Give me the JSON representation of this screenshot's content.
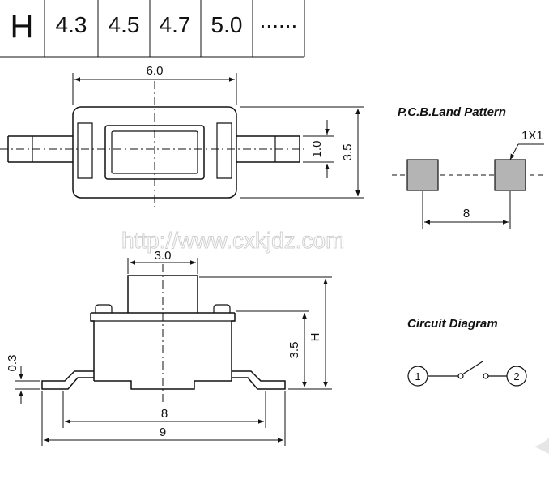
{
  "header": {
    "label": "H",
    "values": [
      "4.3",
      "4.5",
      "4.7",
      "5.0",
      "......"
    ]
  },
  "top_view": {
    "width_dim": "6.0",
    "height_dim": "3.5",
    "lead_dim": "1.0"
  },
  "pcb": {
    "title": "P.C.B.Land Pattern",
    "pad_label": "1X1",
    "spacing_dim": "8"
  },
  "watermark": "http://www.cxkjdz.com",
  "side_view": {
    "button_width_dim": "3.0",
    "body_height_dim": "3.5",
    "total_height_label": "H",
    "lead_thickness_dim": "0.3",
    "lead_span_dim": "8",
    "overall_span_dim": "9"
  },
  "circuit": {
    "title": "Circuit Diagram",
    "pin1": "1",
    "pin2": "2"
  },
  "colors": {
    "line": "#111111",
    "pad_fill": "#b4b4b4",
    "watermark_stroke": "#d0d0d0"
  }
}
